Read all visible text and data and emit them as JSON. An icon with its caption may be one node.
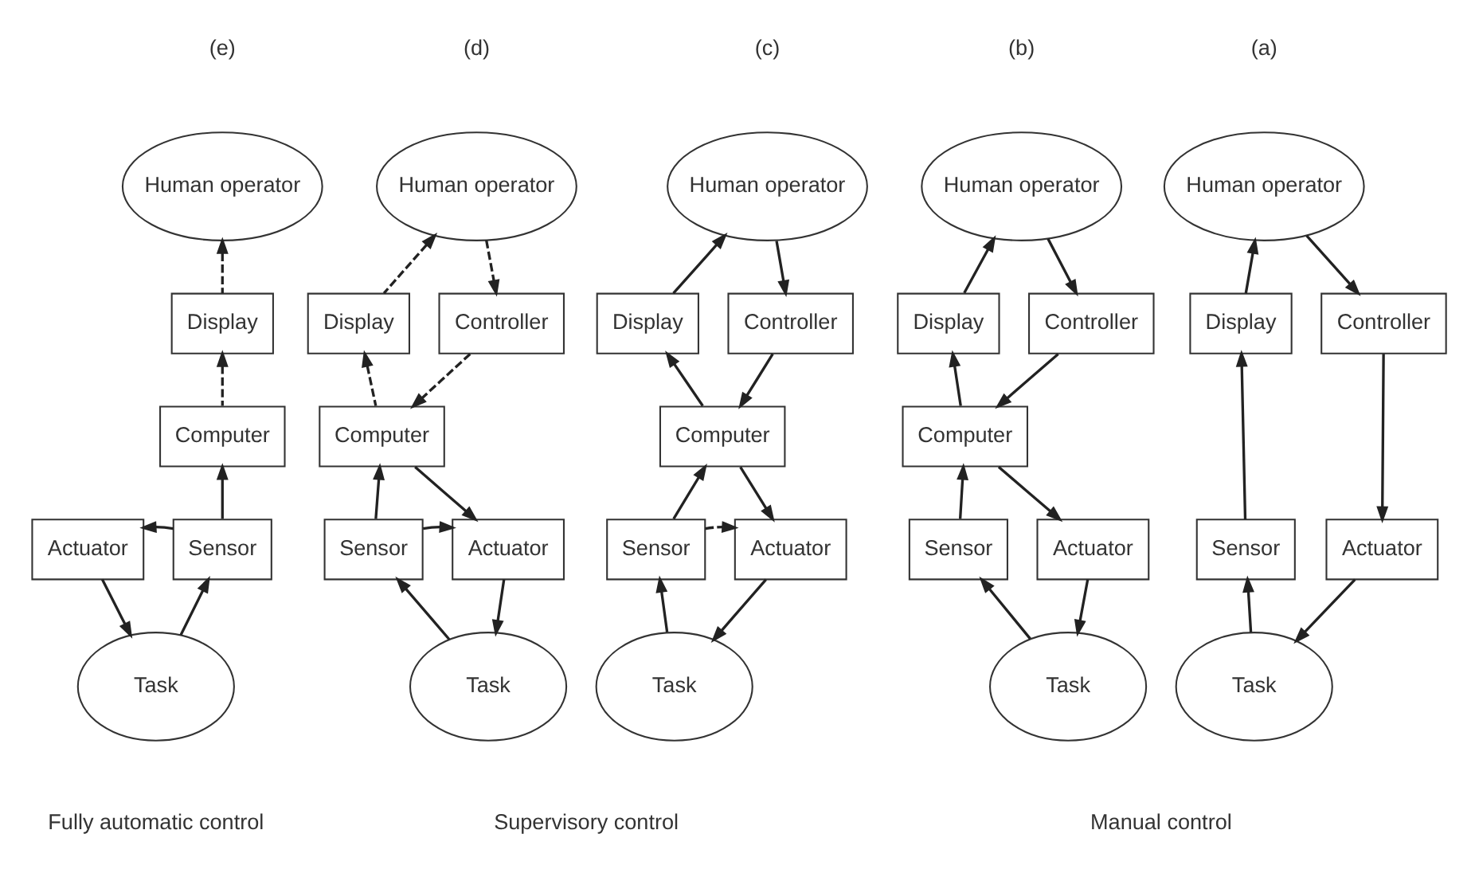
{
  "diagram": {
    "nodes": [
      {
        "text": [
          "Human operator"
        ]
      },
      {
        "text": [
          "Display"
        ]
      },
      {
        "text": [
          "Controller"
        ]
      },
      {
        "text": [
          "Sensor"
        ]
      },
      {
        "text": [
          "Actuator"
        ]
      },
      {
        "text": [
          "Task"
        ]
      },
      {
        "text": [
          "Human operator"
        ]
      },
      {
        "text": [
          "Display"
        ]
      },
      {
        "text": [
          "Controller"
        ]
      },
      {
        "text": [
          "Computer"
        ]
      },
      {
        "text": [
          "Sensor"
        ]
      },
      {
        "text": [
          "Actuator"
        ]
      },
      {
        "text": [
          "Task"
        ]
      },
      {
        "text": [
          "Human operator"
        ]
      },
      {
        "text": [
          "Display"
        ]
      },
      {
        "text": [
          "Controller"
        ]
      },
      {
        "text": [
          "Computer"
        ]
      },
      {
        "text": [
          "Sensor"
        ]
      },
      {
        "text": [
          "Actuator"
        ]
      },
      {
        "text": [
          "Task"
        ]
      },
      {
        "text": [
          "Human operator"
        ]
      },
      {
        "text": [
          "Display"
        ]
      },
      {
        "text": [
          "Controller"
        ]
      },
      {
        "text": [
          "Computer"
        ]
      },
      {
        "text": [
          "Sensor"
        ]
      },
      {
        "text": [
          "Actuator"
        ]
      },
      {
        "text": [
          "Task"
        ]
      },
      {
        "text": [
          "Human operator"
        ]
      },
      {
        "text": [
          "Display"
        ]
      },
      {
        "text": [
          "Computer"
        ]
      },
      {
        "text": [
          "Sensor"
        ]
      },
      {
        "text": [
          "Actuator"
        ]
      },
      {
        "text": [
          "Task"
        ]
      }
    ],
    "edges": [
      {
        "from": 5,
        "to": 3,
        "arrow": "to"
      },
      {
        "from": 3,
        "to": 1,
        "arrow": "to"
      },
      {
        "from": 1,
        "to": 0,
        "arrow": "to"
      },
      {
        "from": 0,
        "to": 2,
        "arrow": "to"
      },
      {
        "from": 2,
        "to": 4,
        "arrow": "to"
      },
      {
        "from": 4,
        "to": 5,
        "arrow": "to"
      },
      {
        "from": 12,
        "to": 10,
        "arrow": "to"
      },
      {
        "from": 10,
        "to": 9,
        "arrow": "to"
      },
      {
        "from": 9,
        "to": 7,
        "arrow": "to"
      },
      {
        "from": 7,
        "to": 6,
        "arrow": "to"
      },
      {
        "from": 6,
        "to": 8,
        "arrow": "to"
      },
      {
        "from": 8,
        "to": 9,
        "arrow": "to"
      },
      {
        "from": 9,
        "to": 11,
        "arrow": "to"
      },
      {
        "from": 11,
        "to": 12,
        "arrow": "to"
      },
      {
        "from": 19,
        "to": 17,
        "arrow": "to"
      },
      {
        "from": 17,
        "to": 16,
        "arrow": "to"
      },
      {
        "from": 16,
        "to": 14,
        "arrow": "to"
      },
      {
        "from": 14,
        "to": 13,
        "arrow": "to"
      },
      {
        "from": 13,
        "to": 15,
        "arrow": "to"
      },
      {
        "from": 15,
        "to": 16,
        "arrow": "to"
      },
      {
        "from": 16,
        "to": 18,
        "arrow": "to"
      },
      {
        "from": 18,
        "to": 19,
        "arrow": "to"
      },
      {
        "from": 17,
        "to": 18,
        "arrow": "to",
        "style": "dashed"
      },
      {
        "from": 26,
        "to": 24,
        "arrow": "to"
      },
      {
        "from": 24,
        "to": 23,
        "arrow": "to"
      },
      {
        "from": 23,
        "to": 21,
        "arrow": "to",
        "style": "dashed"
      },
      {
        "from": 21,
        "to": 20,
        "arrow": "to",
        "style": "dashed"
      },
      {
        "from": 20,
        "to": 22,
        "arrow": "to",
        "style": "dashed"
      },
      {
        "from": 22,
        "to": 23,
        "arrow": "to",
        "style": "dashed"
      },
      {
        "from": 23,
        "to": 25,
        "arrow": "to"
      },
      {
        "from": 25,
        "to": 26,
        "arrow": "to"
      },
      {
        "from": 24,
        "to": 25,
        "arrow": "to"
      },
      {
        "from": 32,
        "to": 30,
        "arrow": "to"
      },
      {
        "from": 30,
        "to": 29,
        "arrow": "to"
      },
      {
        "from": 29,
        "to": 28,
        "arrow": "to",
        "style": "dashed"
      },
      {
        "from": 28,
        "to": 27,
        "arrow": "to",
        "style": "dashed"
      },
      {
        "from": 30,
        "to": 31,
        "arrow": "to"
      },
      {
        "from": 31,
        "to": 32,
        "arrow": "to"
      }
    ],
    "labels": [
      "(a)",
      "(b)",
      "(c)",
      "(d)",
      "(e)",
      "Manual control",
      "Supervisory control",
      "Fully automatic control"
    ]
  }
}
